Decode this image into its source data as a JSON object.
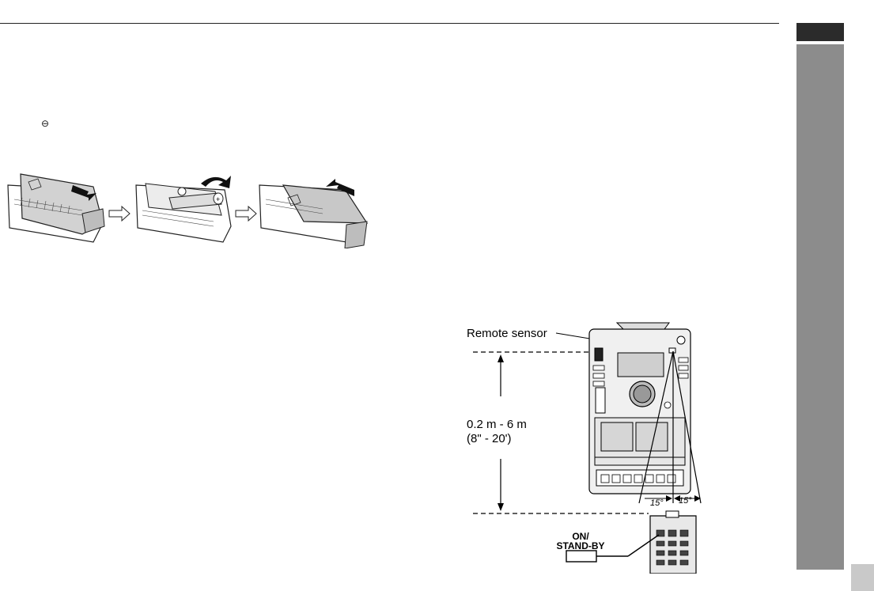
{
  "symbols": {
    "minus": "⊖"
  },
  "figure": {
    "remote_sensor_label": "Remote sensor",
    "distance_metric": "0.2 m - 6 m",
    "distance_imperial": "(8\" - 20')",
    "angle_left": "15°",
    "angle_right": "15°",
    "button_label_line1": "ON/",
    "button_label_line2": "STAND-BY"
  },
  "icons": {
    "side_tab": "section-tab",
    "arrow": "right-hollow-arrow-icon"
  }
}
